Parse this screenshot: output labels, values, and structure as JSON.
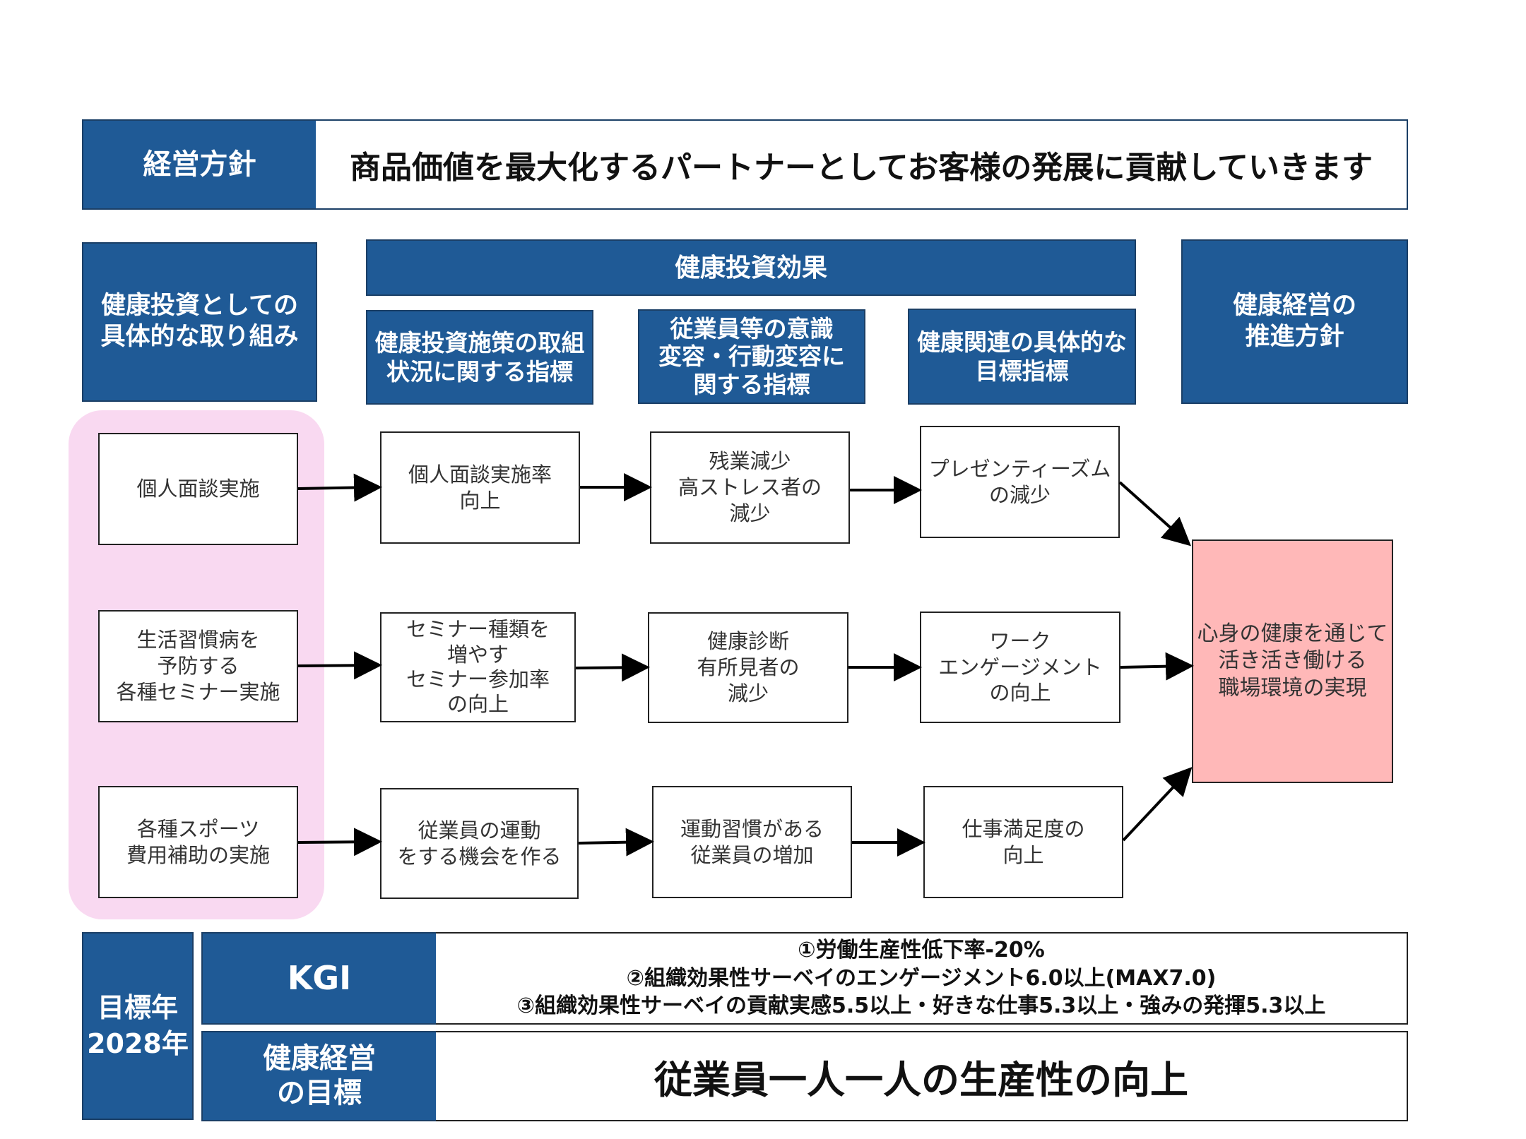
{
  "policy": {
    "label": "経営方針",
    "text": "商品価値を最大化するパートナーとしてお客様の発展に貢献していきます"
  },
  "headers": {
    "initiatives": "健康投資としての\n具体的な取り組み",
    "effects": "健康投資効果",
    "col_status": "健康投資施策の取組\n状況に関する指標",
    "col_awareness": "従業員等の意識\n変容・行動変容に\n関する指標",
    "col_target": "健康関連の具体的な\n目標指標",
    "direction": "健康経営の\n推進方針"
  },
  "rows": [
    {
      "initiative": "個人面談実施",
      "status": "個人面談実施率\n向上",
      "awareness": "残業減少\n高ストレス者の\n減少",
      "target": "プレゼンティーズム\nの減少"
    },
    {
      "initiative": "生活習慣病を\n予防する\n各種セミナー実施",
      "status": "セミナー種類を\n増やす\nセミナー参加率\nの向上",
      "awareness": "健康診断\n有所見者の\n減少",
      "target": "ワーク\nエンゲージメント\nの向上"
    },
    {
      "initiative": "各種スポーツ\n費用補助の実施",
      "status": "従業員の運動\nをする機会を作る",
      "awareness": "運動習慣がある\n従業員の増加",
      "target": "仕事満足度の\n向上"
    }
  ],
  "goal_box": "心身の健康を通じて\n活き活き働ける\n職場環境の実現",
  "target_year": "目標年\n2028年",
  "kgi": {
    "label": "KGI",
    "items": [
      "①労働生産性低下率-20%",
      "②組織効果性サーベイのエンゲージメント6.0以上(MAX7.0)",
      "③組織効果性サーベイの貢献実感5.5以上・好きな仕事5.3以上・強みの発揮5.3以上"
    ]
  },
  "health_goal": {
    "label": "健康経営\nの目標",
    "text": "従業員一人一人の生産性の向上"
  },
  "colors": {
    "header_blue": "#1f5a96",
    "pink_band": "#f9d9f1",
    "goal_pink": "#ffb8b8"
  }
}
